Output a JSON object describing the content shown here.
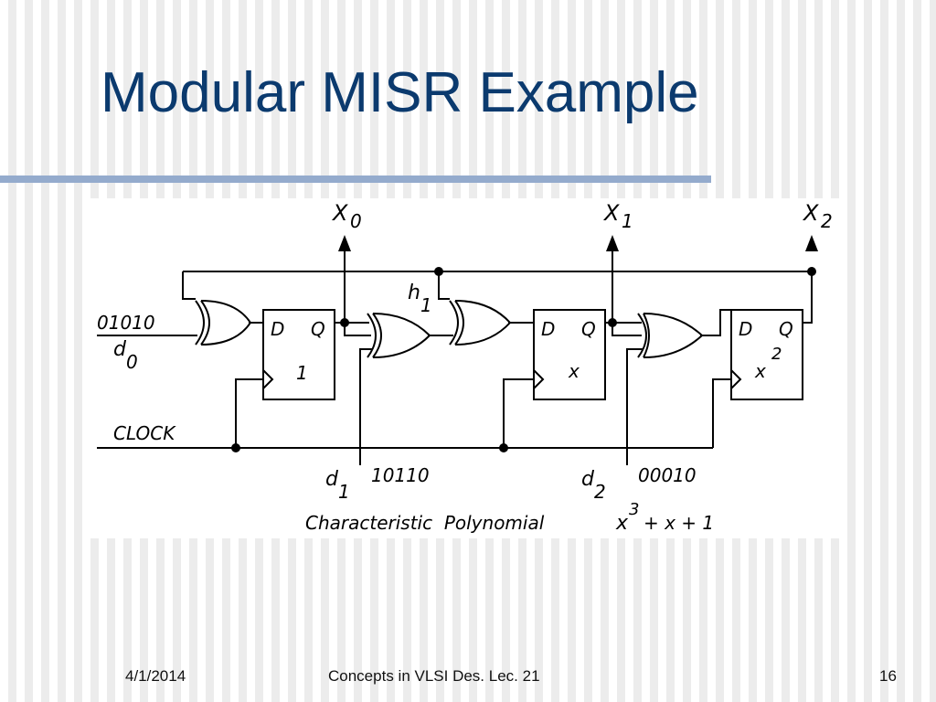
{
  "slide": {
    "title": "Modular MISR Example",
    "accent_color": "#0b3a6e",
    "rule_color": "#94abcd"
  },
  "diagram": {
    "outputs": {
      "x0": "X",
      "x0_sub": "0",
      "x1": "X",
      "x1_sub": "1",
      "x2": "X",
      "x2_sub": "2"
    },
    "inputs": {
      "d0_pattern": "01010",
      "d0": "d",
      "d0_sub": "0",
      "d1_pattern": "10110",
      "d1": "d",
      "d1_sub": "1",
      "d2_pattern": "00010",
      "d2": "d",
      "d2_sub": "2"
    },
    "h1": "h",
    "h1_sub": "1",
    "clock_label": "CLOCK",
    "flipflops": [
      {
        "d": "D",
        "q": "Q",
        "stage": "1"
      },
      {
        "d": "D",
        "q": "Q",
        "stage": "x"
      },
      {
        "d": "D",
        "q": "Q",
        "stage": "x",
        "stage_sup": "2"
      }
    ],
    "polynomial": {
      "label": "Characteristic  Polynomial",
      "term": "x",
      "sup": "3",
      "rest": "+ x + 1"
    }
  },
  "footer": {
    "date": "4/1/2014",
    "course": "Concepts in VLSI Des. Lec. 21",
    "page": "16"
  }
}
